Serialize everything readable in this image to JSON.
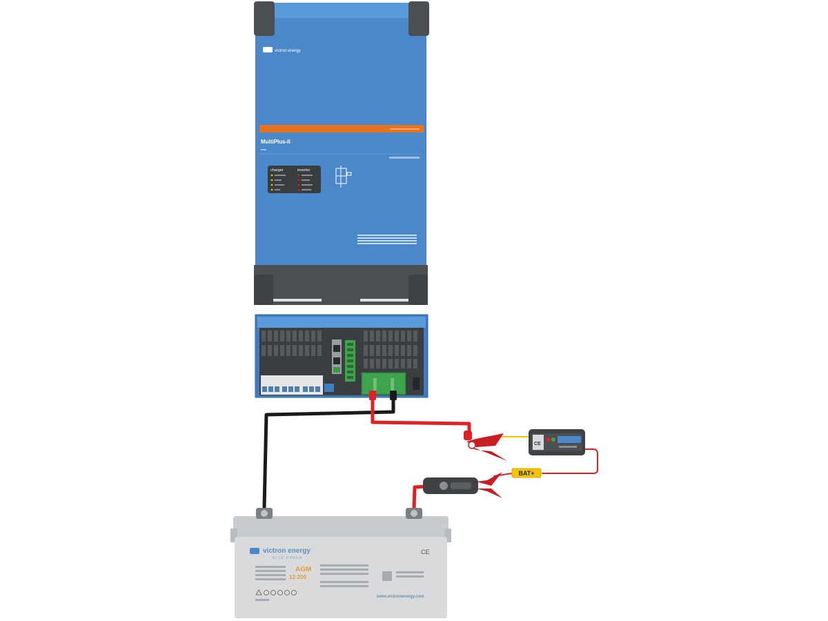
{
  "inverter": {
    "brand": "victron energy",
    "model": "MultiPlus-II",
    "charger_heading": "charger",
    "inverter_heading": "inverter"
  },
  "fuse_label": "BAT+",
  "battery": {
    "brand": "victron energy",
    "subbrand": "BLUE POWER",
    "type": "AGM",
    "series": "12-200",
    "website": "www.victronenergy.com",
    "cert_mark": "CE"
  },
  "charger_device": {
    "cert_mark": "CE"
  },
  "colors": {
    "inverter_blue": "#4a88c9",
    "inverter_blue_light": "#5b9ad8",
    "inverter_grey": "#4b4f52",
    "orange_stripe": "#e8731f",
    "cable_red": "#e02025",
    "cable_black": "#1a1a1a",
    "cable_yellow": "#f3c400",
    "battery_grey": "#d8dadc"
  }
}
